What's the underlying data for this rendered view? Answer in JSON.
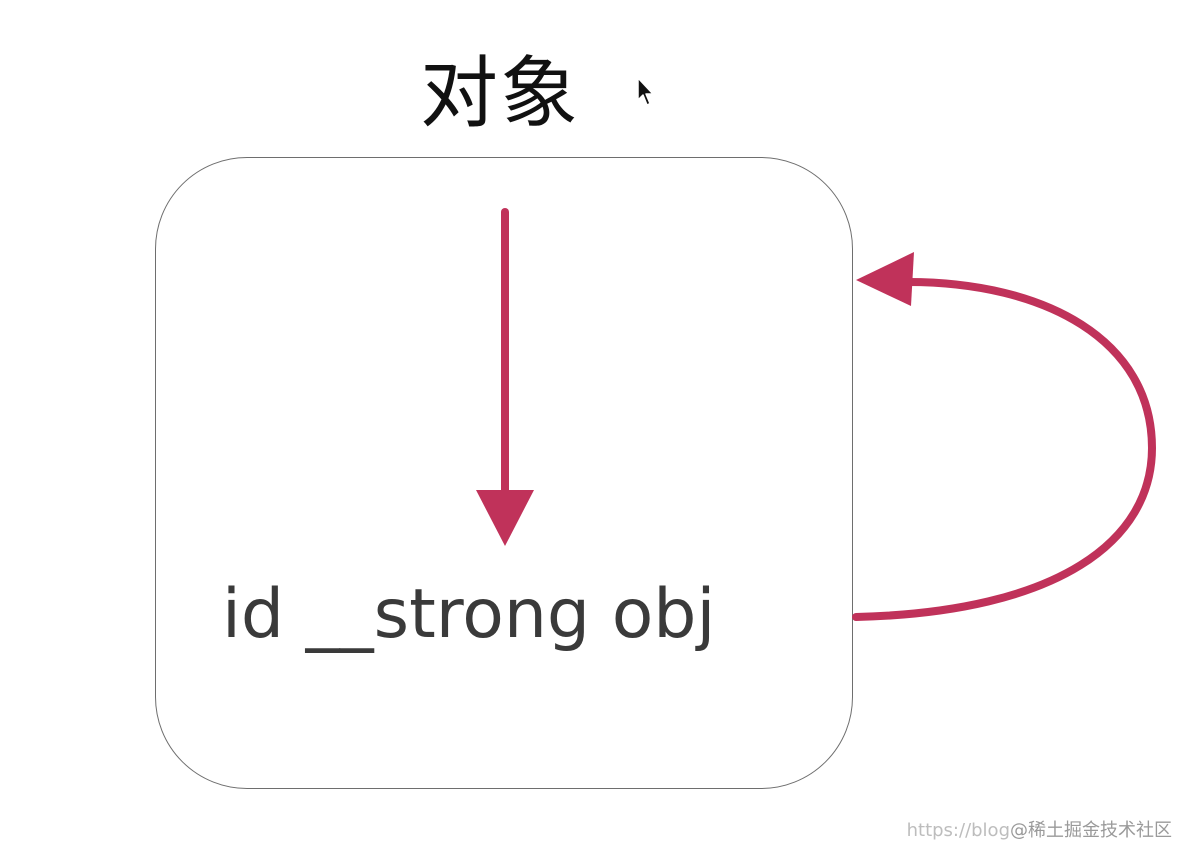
{
  "diagram": {
    "title": "对象",
    "code_label": "id __strong obj",
    "arrow_color": "#c0325a",
    "box_border_color": "#6e6e6e"
  },
  "watermark": {
    "url_text": "https://blog",
    "site_text": "@稀土掘金技术社区"
  }
}
